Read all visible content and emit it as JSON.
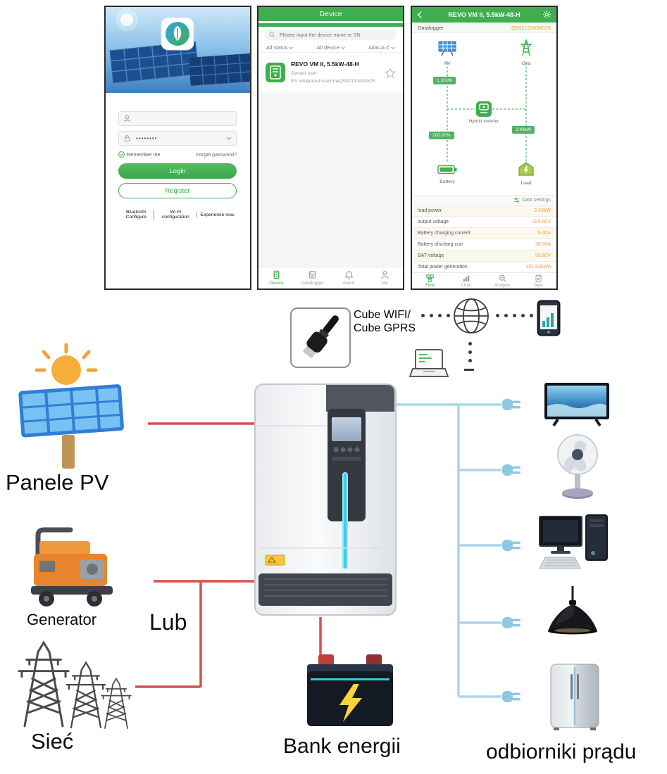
{
  "colors": {
    "app_green": "#3fae4e",
    "value_orange": "#e8a33d",
    "ac_line_red": "#d7514f",
    "load_line_blue": "#abd6ec"
  },
  "login_screen": {
    "password_value": "••••••••",
    "remember_me_label": "Remember me",
    "forget_password_label": "Forget password?",
    "login_button": "Login",
    "register_button": "Register",
    "footer_links": [
      "Bluetooth Configure",
      "Wi-Fi configuration",
      "Experience now"
    ]
  },
  "device_screen": {
    "title": "Device",
    "search_placeholder": "Please input the device name or SN",
    "filters": [
      "All status",
      "All device",
      "Alias A-Z"
    ],
    "device_card": {
      "name": "REVO VM II, 5.5kW-48-H",
      "owner_label": "Owned user:",
      "sn_line": "ES integrated machineQ932133434525"
    },
    "tabs": [
      "Device",
      "Datalogger",
      "Alarm",
      "Me"
    ]
  },
  "detail_screen": {
    "title": "REVO VM II, 5.5kW-48-H",
    "datalogger_label": "Datalogger",
    "datalogger_sn": "Q932133434525",
    "flow": {
      "pv_label": "PV",
      "grid_label": "Grid",
      "inverter_label": "Hybrid inverter",
      "battery_label": "Battery",
      "load_label": "Load",
      "pv_power": "1.32kW",
      "battery_soc": "100.00%",
      "load_power": "2.43kW"
    },
    "data_settings_label": "Data settings",
    "rows": [
      {
        "label": "load power",
        "value": "2.43kW"
      },
      {
        "label": "output voltage",
        "value": "229.00V"
      },
      {
        "label": "Battery charging current",
        "value": "0.00A"
      },
      {
        "label": "Battery discharg curr",
        "value": "26.00A"
      },
      {
        "label": "BAT voltage",
        "value": "53.60V"
      },
      {
        "label": "Total power generation",
        "value": "101.00kWh"
      }
    ],
    "tabs": [
      "Flow",
      "Chart",
      "Analysis",
      "Data"
    ]
  },
  "diagram": {
    "cube_label": [
      "Cube WIFI/",
      "Cube GPRS"
    ],
    "labels": {
      "solar": "Panele PV",
      "generator": "Generator",
      "grid": "Sieć",
      "or": "Lub",
      "battery": "Bank energii",
      "loads": "odbiorniki prądu"
    }
  }
}
